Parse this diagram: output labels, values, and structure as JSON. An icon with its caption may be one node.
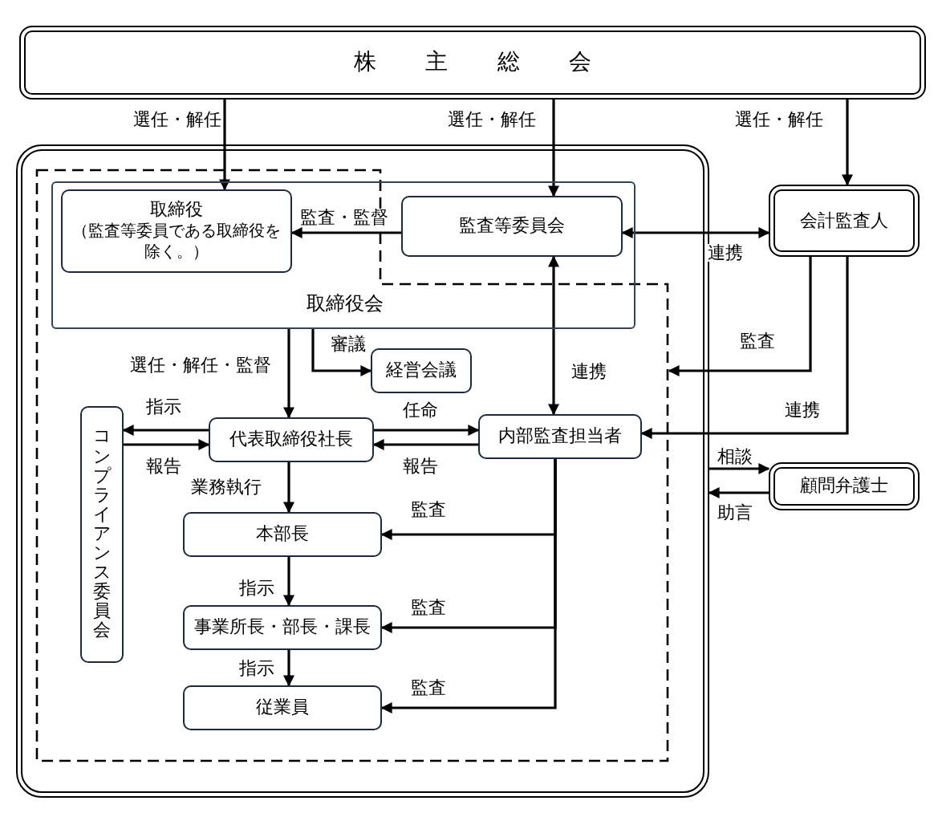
{
  "diagram": {
    "nodes": [
      {
        "text": [
          "株主総会"
        ]
      },
      {
        "text": [],
        "shape": "box"
      },
      {
        "text": [],
        "shape": "box",
        "in": 1
      },
      {
        "text": [
          "取締役会"
        ],
        "in": 2
      },
      {
        "text": [
          "取締役",
          "（監査等委員である取締役を除く。）"
        ],
        "in": 3
      },
      {
        "text": [
          "監査等委員会"
        ],
        "in": 3
      },
      {
        "text": [
          "会計監査人"
        ]
      },
      {
        "text": [
          "経営会議"
        ],
        "in": 2
      },
      {
        "text": [
          "コンプライアンス委員会"
        ],
        "in": 2
      },
      {
        "text": [
          "代表取締役社長"
        ],
        "in": 2
      },
      {
        "text": [
          "内部監査担当者"
        ],
        "in": 2
      },
      {
        "text": [
          "本部長"
        ],
        "in": 2
      },
      {
        "text": [
          "事業所長・部長・課長"
        ],
        "in": 2
      },
      {
        "text": [
          "従業員"
        ],
        "in": 2
      },
      {
        "text": [
          "顧問弁護士"
        ]
      }
    ],
    "edges": [
      {
        "from": 0,
        "to": 4,
        "arrow": "to",
        "label": "選任・解任"
      },
      {
        "from": 0,
        "to": 5,
        "arrow": "to",
        "label": "選任・解任"
      },
      {
        "from": 0,
        "to": 6,
        "arrow": "to",
        "label": "選任・解任"
      },
      {
        "from": 5,
        "to": 4,
        "arrow": "to",
        "label": "監査・監督"
      },
      {
        "from": 5,
        "to": 6,
        "arrow": "both",
        "label": "連携"
      },
      {
        "from": 5,
        "to": 10,
        "arrow": "both",
        "label": "連携"
      },
      {
        "from": 6,
        "to": 2,
        "arrow": "to",
        "label": "監査"
      },
      {
        "from": 6,
        "to": 10,
        "arrow": "to",
        "label": "連携"
      },
      {
        "from": 3,
        "to": 9,
        "arrow": "to",
        "label": "選任・解任・監督"
      },
      {
        "from": 3,
        "to": 7,
        "arrow": "to",
        "label": "審議"
      },
      {
        "from": 9,
        "to": 8,
        "arrow": "to",
        "label": "指示"
      },
      {
        "from": 8,
        "to": 9,
        "arrow": "to",
        "label": "報告"
      },
      {
        "from": 9,
        "to": 10,
        "arrow": "to",
        "label": "任命"
      },
      {
        "from": 10,
        "to": 9,
        "arrow": "to",
        "label": "報告"
      },
      {
        "from": 9,
        "to": 11,
        "arrow": "to",
        "label": "業務執行"
      },
      {
        "from": 11,
        "to": 12,
        "arrow": "to",
        "label": "指示"
      },
      {
        "from": 12,
        "to": 13,
        "arrow": "to",
        "label": "指示"
      },
      {
        "from": 10,
        "to": 11,
        "arrow": "to",
        "label": "監査"
      },
      {
        "from": 10,
        "to": 12,
        "arrow": "to",
        "label": "監査"
      },
      {
        "from": 10,
        "to": 13,
        "arrow": "to",
        "label": "監査"
      },
      {
        "from": 1,
        "to": 14,
        "arrow": "to",
        "label": "相談"
      },
      {
        "from": 14,
        "to": 1,
        "arrow": "to",
        "label": "助言"
      }
    ]
  }
}
